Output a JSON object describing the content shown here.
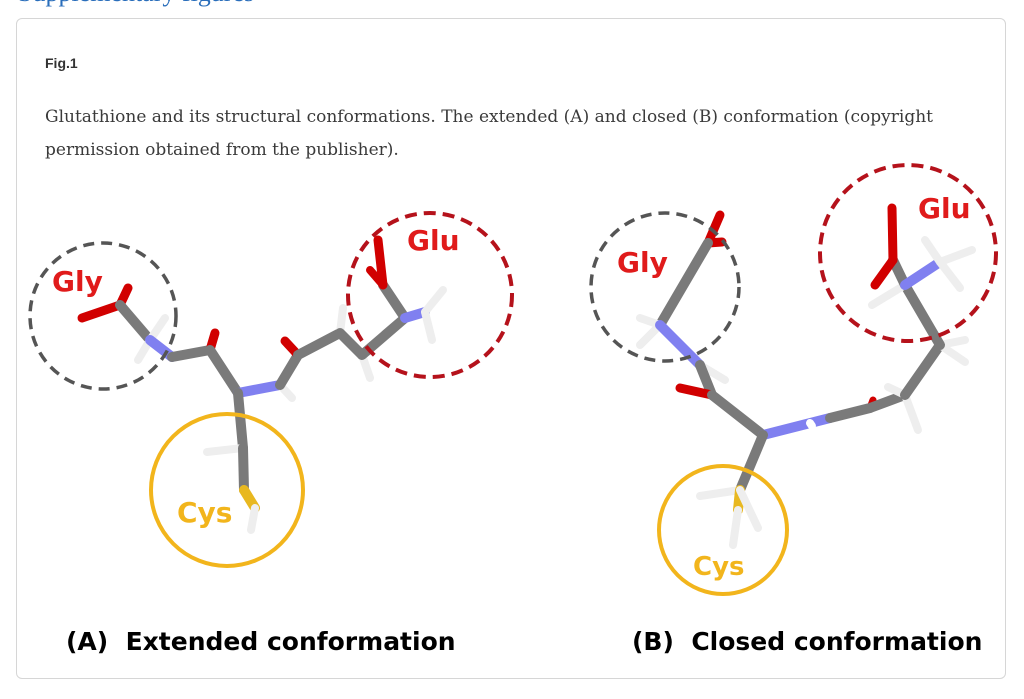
{
  "page": {
    "top_heading_partial": "Supplementary figures"
  },
  "figure": {
    "label": "Fig.1",
    "caption": "Glutathione and its structural conformations. The extended (A) and closed (B) conformation (copyright permission obtained from the publisher).",
    "panels": [
      {
        "id": "A",
        "title": "(A)  Extended conformation",
        "residues": [
          {
            "name": "Gly",
            "circle_style": "dashed",
            "color": "#555555",
            "label_color": "#e01b1b"
          },
          {
            "name": "Glu",
            "circle_style": "dashed",
            "color": "#b5121b",
            "label_color": "#e01b1b"
          },
          {
            "name": "Cys",
            "circle_style": "solid",
            "color": "#f2b51c",
            "label_color": "#f2b51c"
          }
        ]
      },
      {
        "id": "B",
        "title": "(B)  Closed conformation",
        "residues": [
          {
            "name": "Gly",
            "circle_style": "dashed",
            "color": "#555555",
            "label_color": "#e01b1b"
          },
          {
            "name": "Glu",
            "circle_style": "dashed",
            "color": "#b5121b",
            "label_color": "#e01b1b"
          },
          {
            "name": "Cys",
            "circle_style": "solid",
            "color": "#f2b51c",
            "label_color": "#f2b51c"
          }
        ]
      }
    ],
    "atom_colors": {
      "carbon": "#7a7a7a",
      "oxygen": "#d10000",
      "nitrogen": "#8080f0",
      "hydrogen": "#f2f2f2",
      "sulfur": "#e8b820"
    }
  }
}
